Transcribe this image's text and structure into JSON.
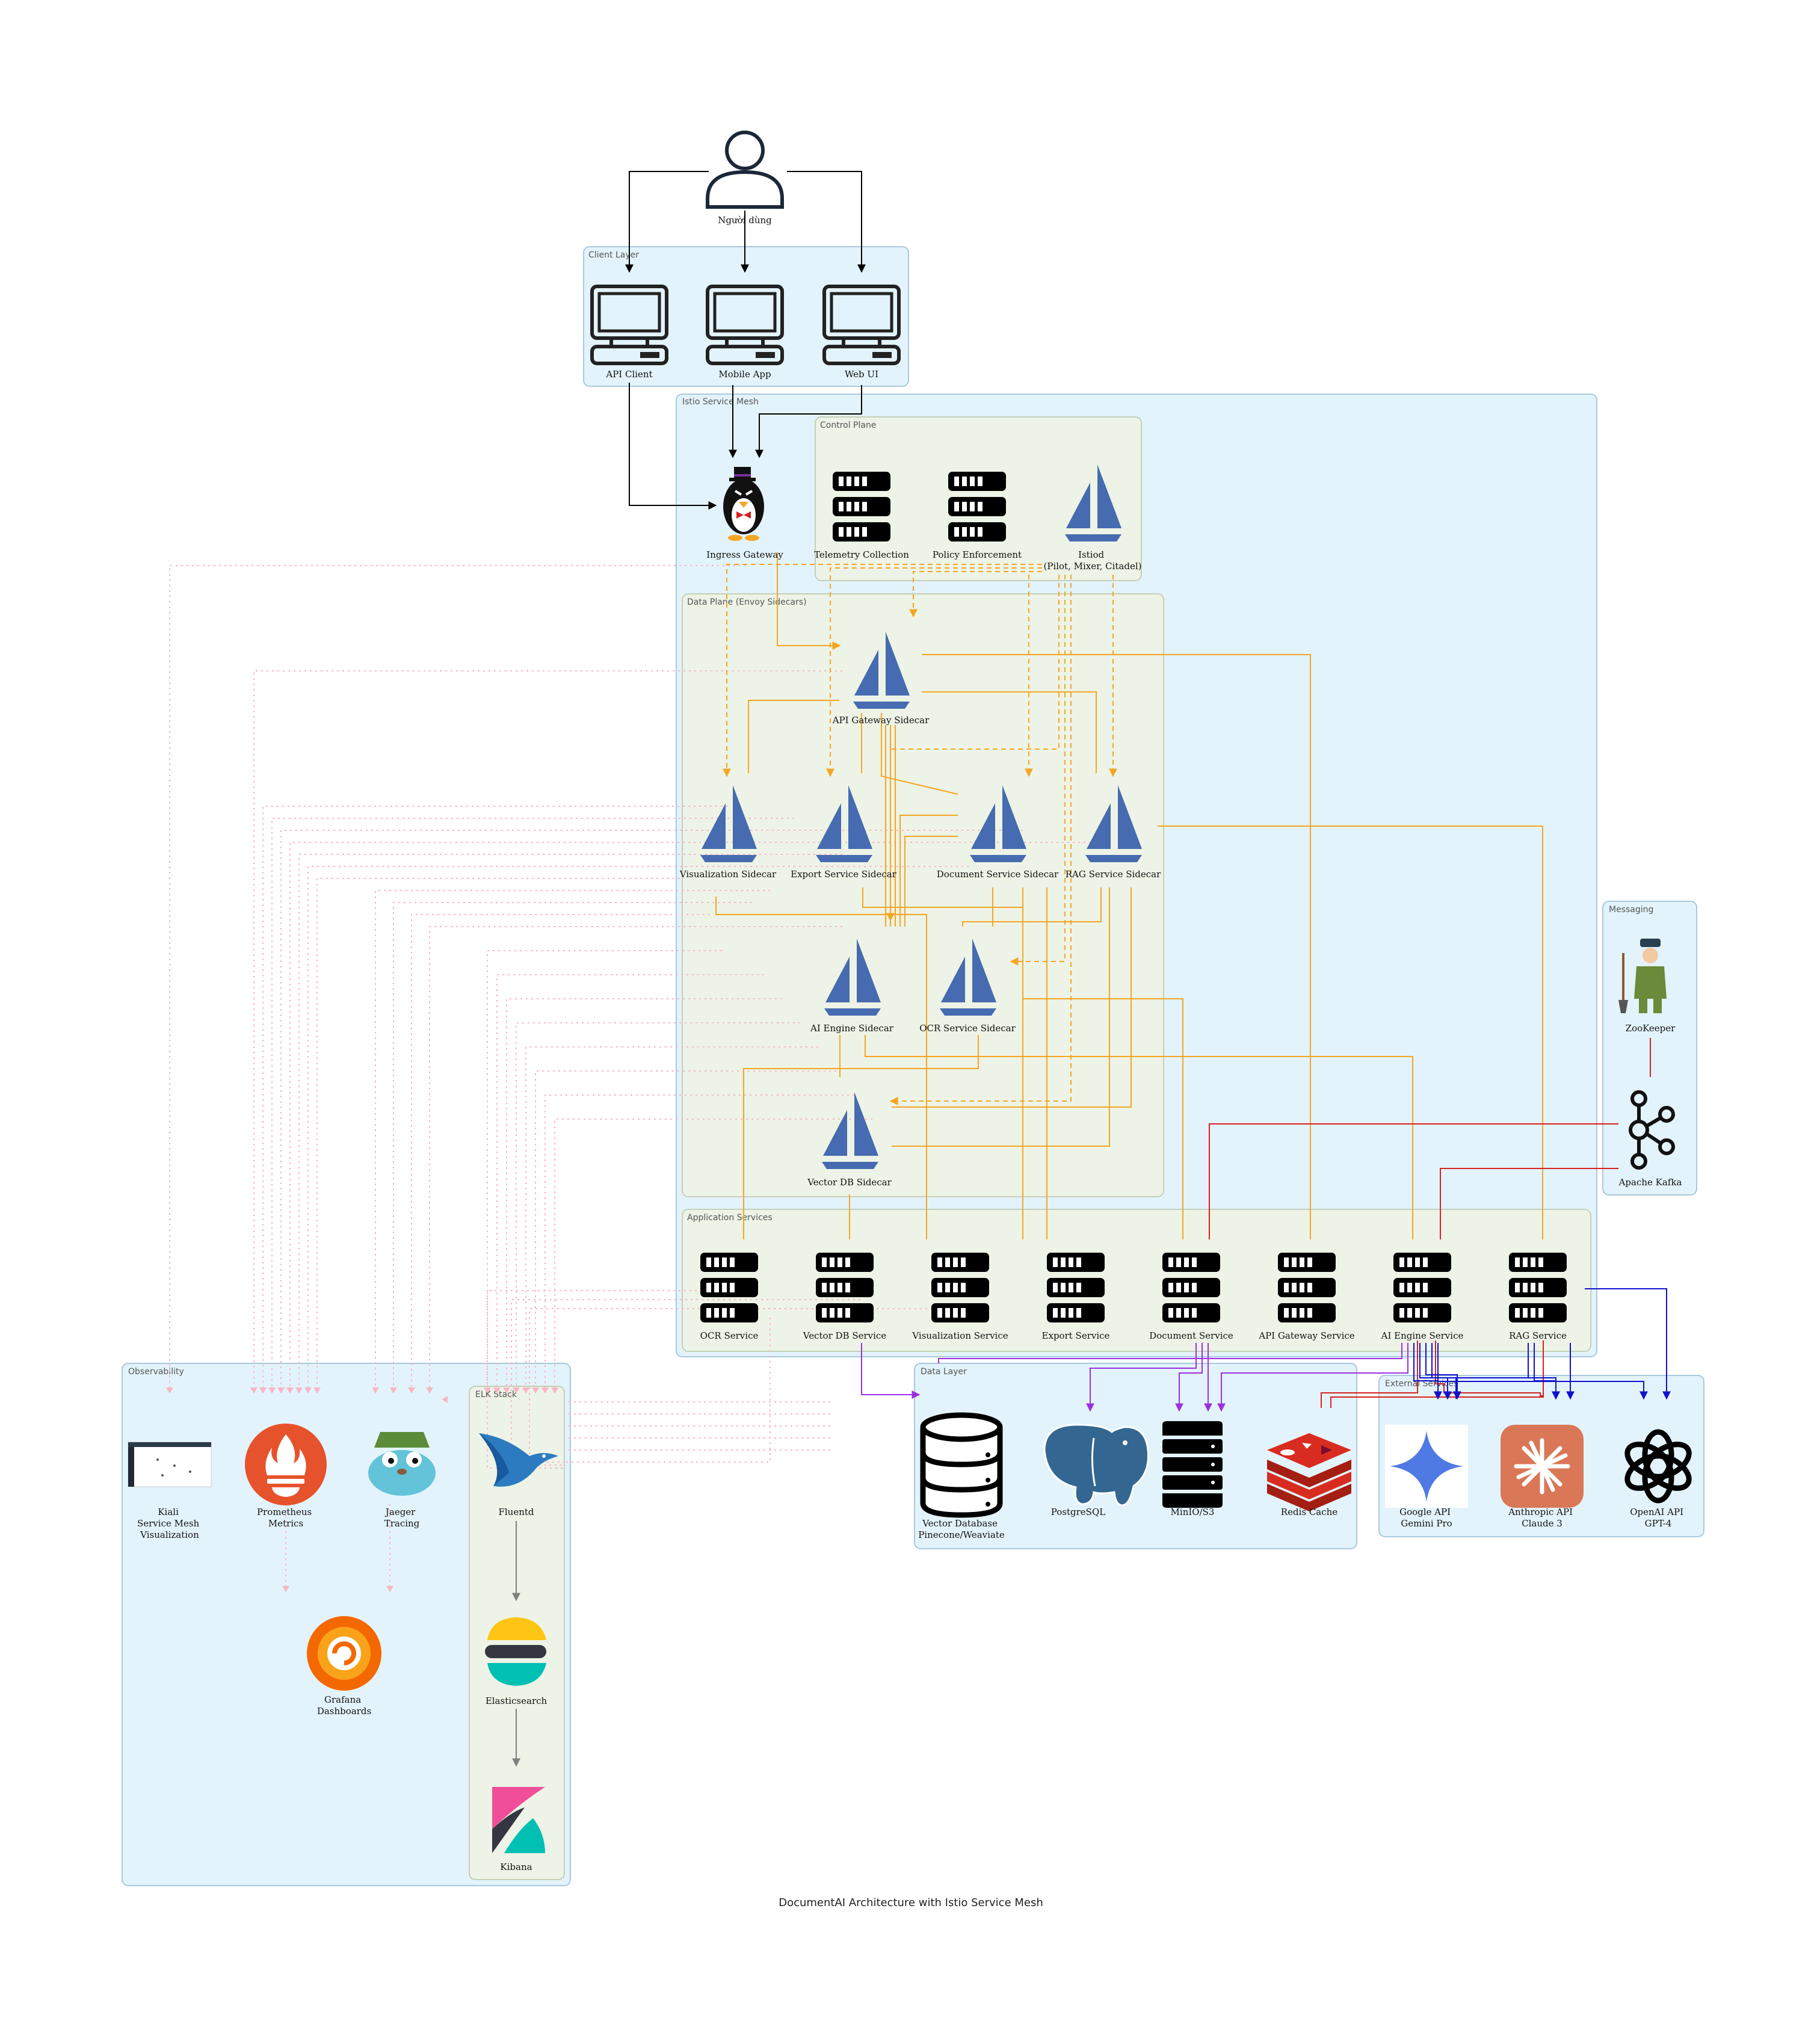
{
  "title": "DocumentAI Architecture with Istio Service Mesh",
  "clusters": {
    "client": "Client Layer",
    "mesh": "Istio Service Mesh",
    "control": "Control Plane",
    "dataplane": "Data Plane (Envoy Sidecars)",
    "app": "Application Services",
    "messaging": "Messaging",
    "observability": "Observability",
    "elk": "ELK Stack",
    "datalayer": "Data Layer",
    "external": "External Services"
  },
  "nodes": {
    "user": [
      "Người dùng"
    ],
    "api_client": [
      "API Client"
    ],
    "mobile_app": [
      "Mobile App"
    ],
    "web_ui": [
      "Web UI"
    ],
    "ingress": [
      "Ingress Gateway"
    ],
    "telemetry": [
      "Telemetry Collection"
    ],
    "policy": [
      "Policy Enforcement"
    ],
    "istiod": [
      "Istiod",
      "(Pilot, Mixer, Citadel)"
    ],
    "sc_gateway": [
      "API Gateway Sidecar"
    ],
    "sc_vis": [
      "Visualization Sidecar"
    ],
    "sc_export": [
      "Export Service Sidecar"
    ],
    "sc_doc": [
      "Document Service Sidecar"
    ],
    "sc_rag": [
      "RAG Service Sidecar"
    ],
    "sc_ai": [
      "AI Engine Sidecar"
    ],
    "sc_ocr": [
      "OCR Service Sidecar"
    ],
    "sc_vdb": [
      "Vector DB Sidecar"
    ],
    "svc_ocr": [
      "OCR Service"
    ],
    "svc_vdb": [
      "Vector DB Service"
    ],
    "svc_vis": [
      "Visualization Service"
    ],
    "svc_export": [
      "Export Service"
    ],
    "svc_doc": [
      "Document Service"
    ],
    "svc_gw": [
      "API Gateway Service"
    ],
    "svc_ai": [
      "AI Engine Service"
    ],
    "svc_rag": [
      "RAG Service"
    ],
    "zookeeper": [
      "ZooKeeper"
    ],
    "kafka": [
      "Apache Kafka"
    ],
    "kiali": [
      "Kiali",
      "Service Mesh",
      "Visualization"
    ],
    "prometheus": [
      "Prometheus",
      "Metrics"
    ],
    "jaeger": [
      "Jaeger",
      "Tracing"
    ],
    "grafana": [
      "Grafana",
      "Dashboards"
    ],
    "fluentd": [
      "Fluentd"
    ],
    "elasticsearch": [
      "Elasticsearch"
    ],
    "kibana": [
      "Kibana"
    ],
    "vectordb": [
      "Vector Database",
      "Pinecone/Weaviate"
    ],
    "postgres": [
      "PostgreSQL"
    ],
    "minio": [
      "MinIO/S3"
    ],
    "redis": [
      "Redis Cache"
    ],
    "gemini": [
      "Google API",
      "Gemini Pro"
    ],
    "claude": [
      "Anthropic API",
      "Claude 3"
    ],
    "openai": [
      "OpenAI API",
      "GPT-4"
    ]
  },
  "icons": {
    "user": "person-icon",
    "clients": "computer-terminal-icon",
    "ingress": "penguin-gateway-icon",
    "server": "server-rack-icon",
    "istio": "istio-sail-icon",
    "zookeeper": "zookeeper-keeper-icon",
    "kafka": "kafka-icon",
    "kiali": "kiali-screenshot-icon",
    "prometheus": "prometheus-icon",
    "jaeger": "jaeger-gopher-icon",
    "grafana": "grafana-icon",
    "fluentd": "fluentd-bird-icon",
    "elasticsearch": "elasticsearch-icon",
    "kibana": "kibana-icon",
    "vectordb": "database-cylinder-icon",
    "postgres": "postgresql-elephant-icon",
    "minio": "storage-stack-icon",
    "redis": "redis-icon",
    "gemini": "gemini-star-icon",
    "claude": "anthropic-burst-icon",
    "openai": "openai-knot-icon"
  },
  "colors": {
    "cluster_blue": "#e3f3fb",
    "cluster_blue_border": "#a9c9dc",
    "cluster_green": "#edf3e6",
    "cluster_green_border": "#c4d0b8",
    "edge_black": "#000000",
    "edge_orange": "#f5a623",
    "edge_purple": "#9b30e0",
    "edge_red": "#d62020",
    "edge_blue": "#1010d0",
    "edge_pink": "#f7b6c6",
    "edge_gray": "#808080",
    "istio_blue": "#466bb0",
    "prometheus_orange": "#e6522c",
    "redis_red": "#d82c20",
    "claude_orange": "#d97757"
  }
}
